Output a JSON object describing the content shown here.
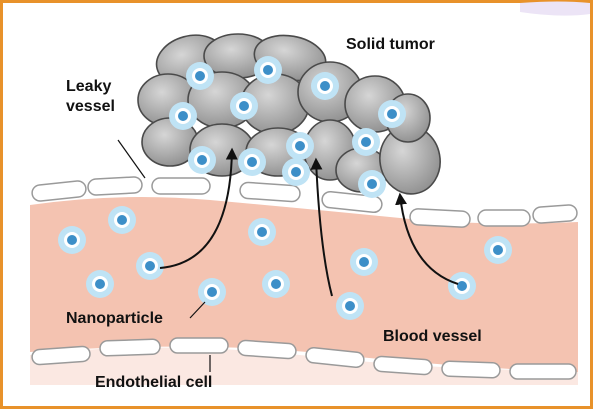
{
  "labels": {
    "solid_tumor": "Solid tumor",
    "leaky_line1": "Leaky",
    "leaky_line2": "vessel",
    "nanoparticle": "Nanoparticle",
    "blood_vessel": "Blood vessel",
    "endothelial": "Endothelial cell"
  },
  "colors": {
    "frame_border": "#e8922a",
    "blood": "#f4c3b1",
    "outer_tissue": "#fbe8e2",
    "cell_fill": "#ffffff",
    "cell_stroke": "#9a9a9a",
    "tumor_cell": "#a9a9a9",
    "tumor_cell_light": "#c8c8c8",
    "tumor_stroke": "#4a4a4a",
    "nanoparticle_halo": "#bfe3f5",
    "nanoparticle_ring": "#ffffff",
    "nanoparticle_core": "#3d8fc8",
    "arrow": "#111111"
  },
  "icons": [
    "nanoparticle-icon",
    "tumor-cell-icon",
    "endothelial-cell-icon",
    "arrow-icon"
  ]
}
